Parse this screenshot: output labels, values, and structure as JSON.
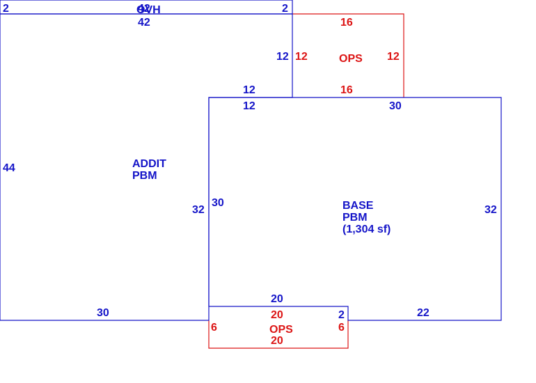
{
  "colors": {
    "blue": "#1414c8",
    "red": "#dc1414",
    "background": "#ffffff"
  },
  "areas": {
    "ovh": {
      "name": "OVH",
      "top": "42",
      "bottom": "42",
      "left": "2",
      "right": "2"
    },
    "addit": {
      "line1": "ADDIT",
      "line2": "PBM",
      "left": "44",
      "bottom": "30",
      "right_lower": "32",
      "notch_top": "12",
      "notch_side": "12"
    },
    "ops_top": {
      "name": "OPS",
      "top": "16",
      "bottom": "16",
      "left": "12",
      "right": "12"
    },
    "base": {
      "line1": "BASE",
      "line2": "PBM",
      "line3": "(1,304 sf)",
      "top_left": "12",
      "top_right": "30",
      "left": "30",
      "right": "32",
      "bottom_left": "20",
      "bottom_right": "22",
      "bottom_step": "2"
    },
    "ops_bottom": {
      "name": "OPS",
      "top": "20",
      "bottom": "20",
      "left": "6",
      "right": "6"
    }
  }
}
